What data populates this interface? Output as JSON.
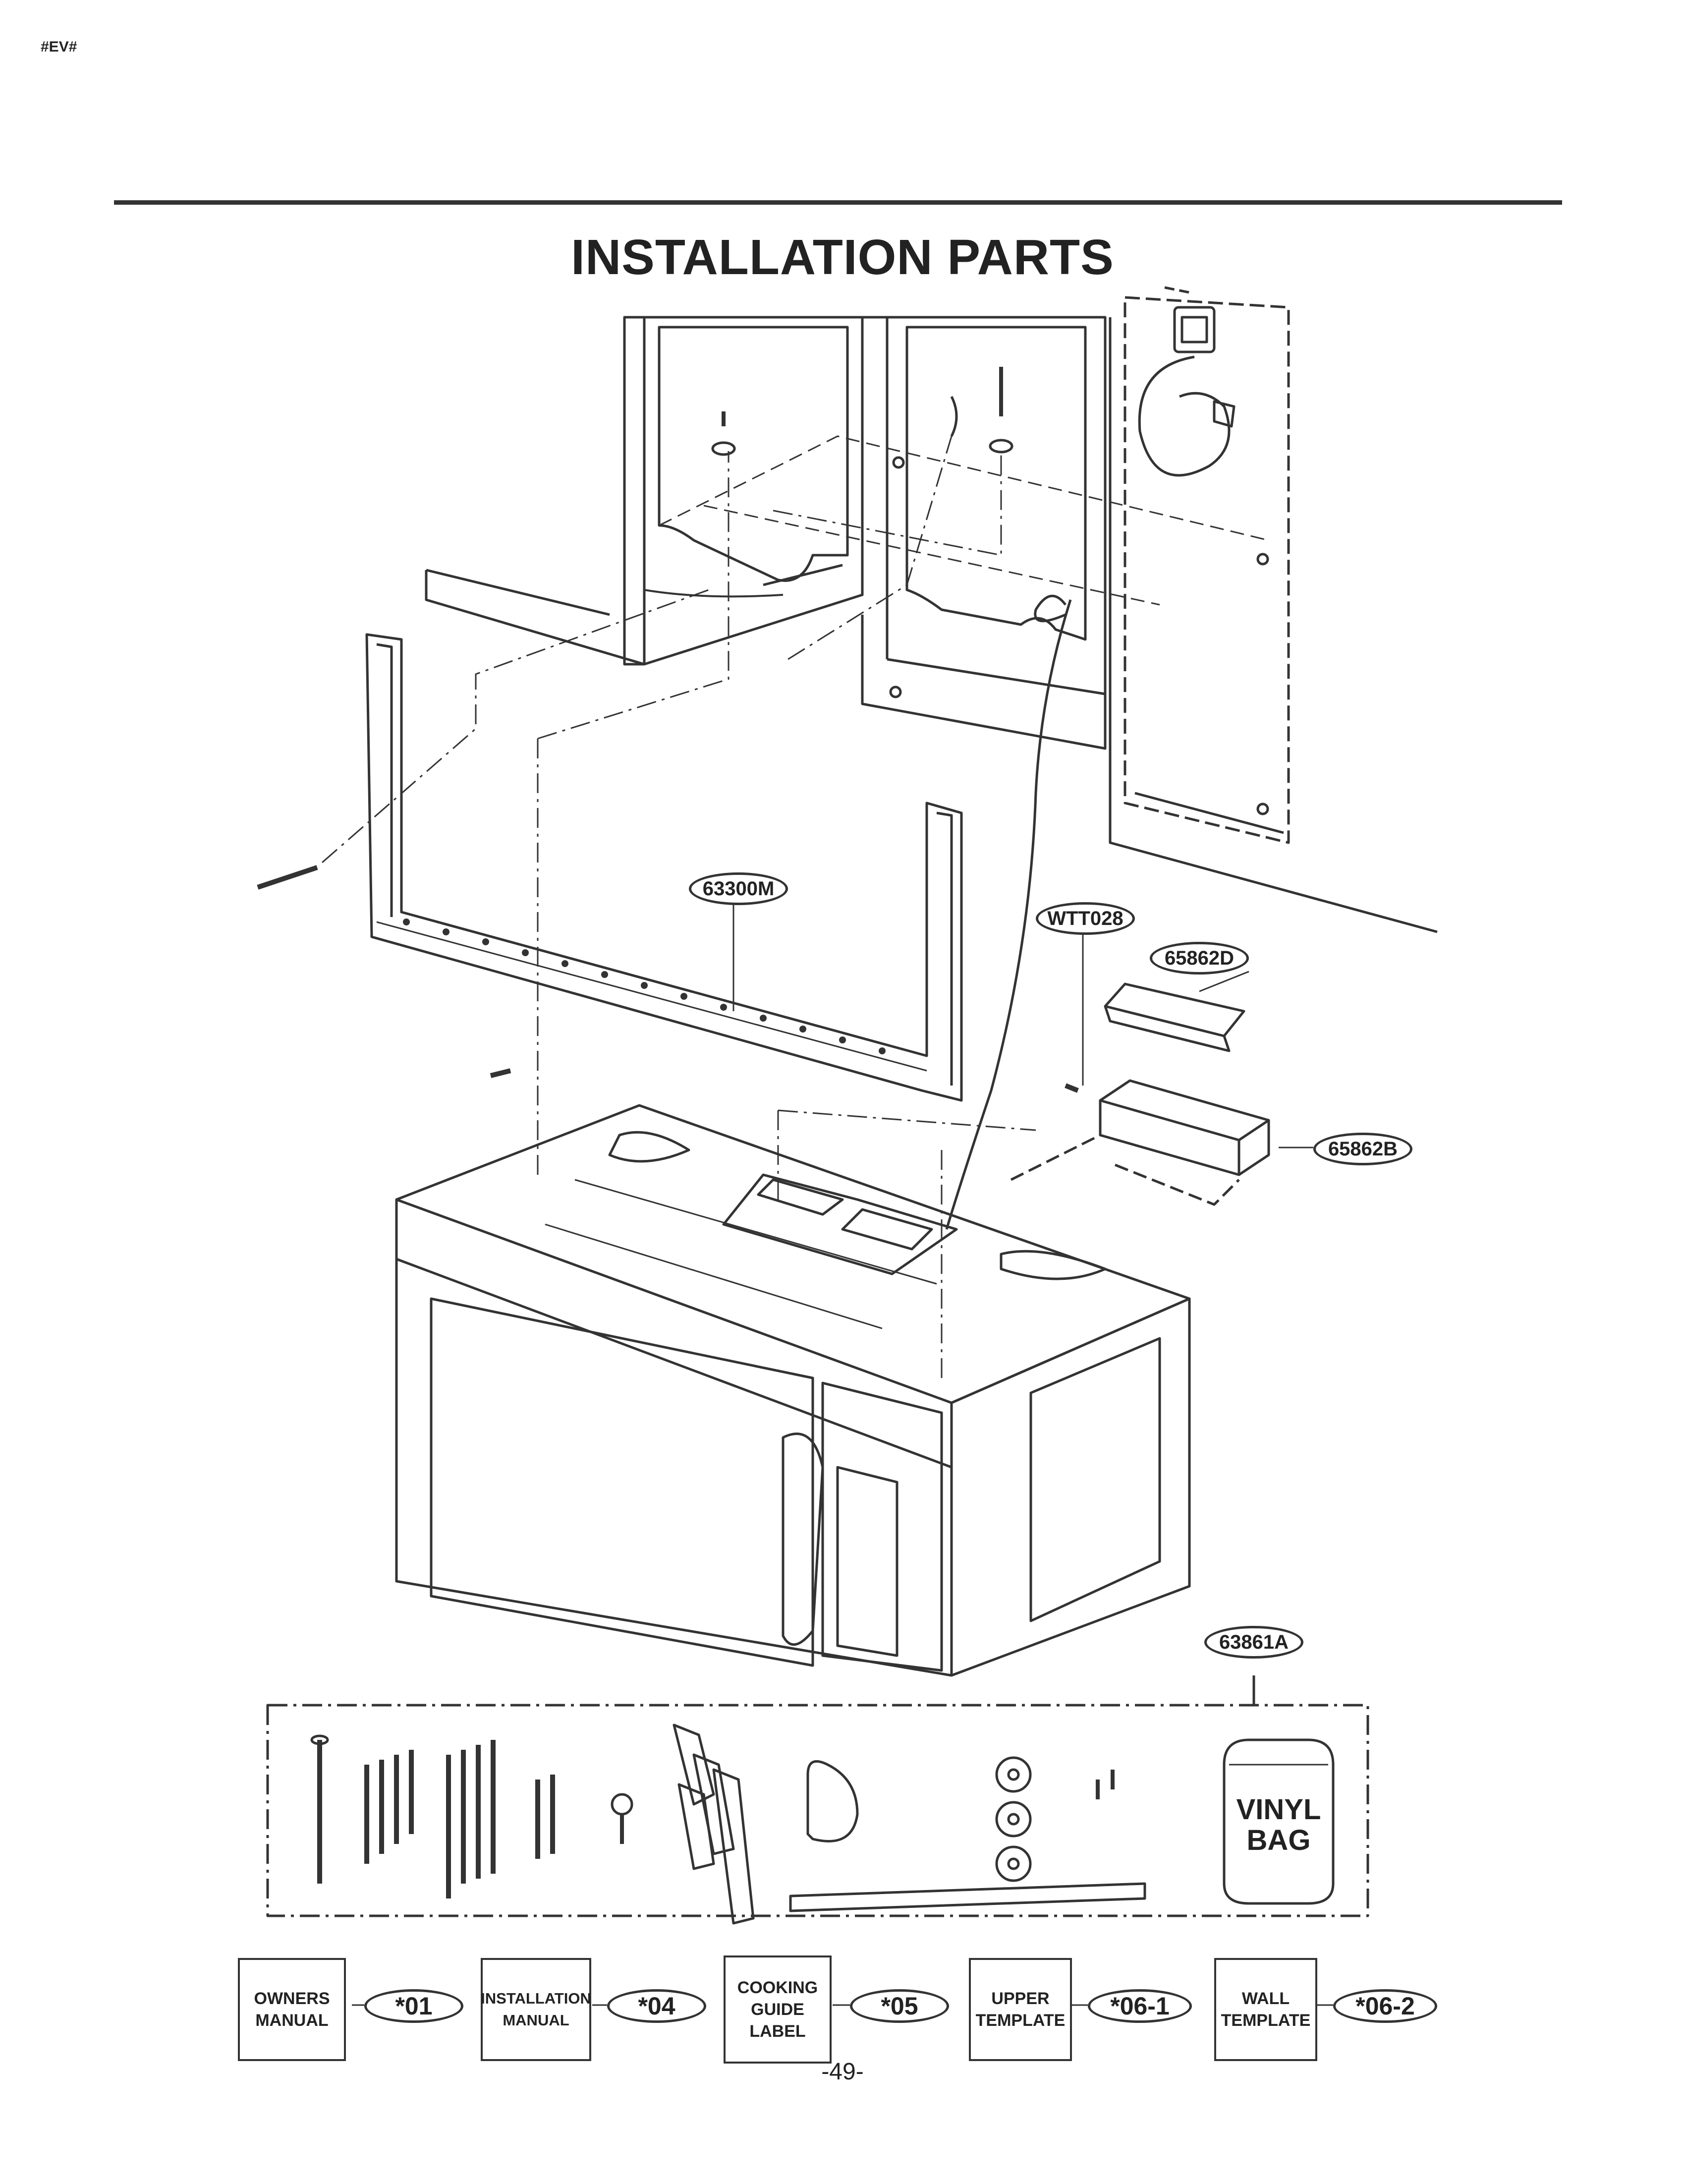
{
  "header": {
    "code": "#EV#"
  },
  "title": "INSTALLATION PARTS",
  "part_labels": {
    "mounting_plate": "63300M",
    "power_cord": "WTT028",
    "cover": "65862D",
    "case": "65862B",
    "parts_bag": "63861A"
  },
  "vinyl_bag": "VINYL\nBAG",
  "documents": [
    {
      "name": "OWNERS\nMANUAL",
      "code": "*01"
    },
    {
      "name": "INSTALLATION\nMANUAL",
      "code": "*04"
    },
    {
      "name": "COOKING\nGUIDE\nLABEL",
      "code": "*05"
    },
    {
      "name": "UPPER\nTEMPLATE",
      "code": "*06-1"
    },
    {
      "name": "WALL\nTEMPLATE",
      "code": "*06-2"
    }
  ],
  "page_number": "-49-"
}
